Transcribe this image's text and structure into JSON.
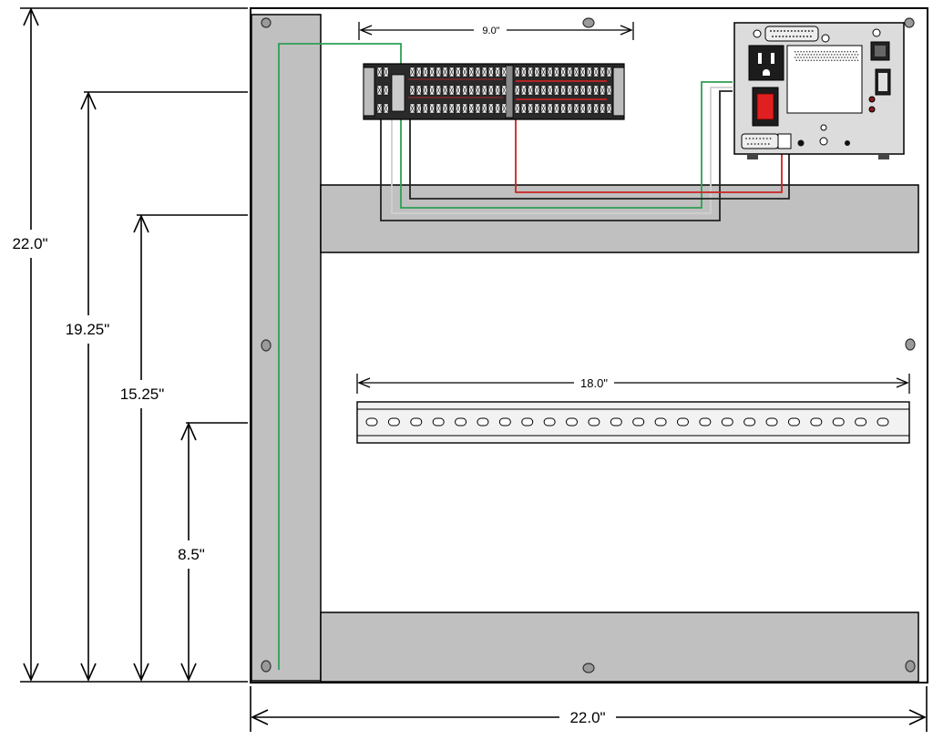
{
  "dimensions": {
    "total_height": "22.0\"",
    "din_rail_upper_height": "19.25\"",
    "wire_duct_upper_height": "15.25\"",
    "din_rail_lower_height": "8.5\"",
    "total_width": "22.0\"",
    "terminal_block_width": "9.0\"",
    "din_rail_width": "18.0\""
  },
  "colors": {
    "panel": "#ffffff",
    "wire_duct": "#c0c0c0",
    "outline": "#000000",
    "wire_green": "#2e9e55",
    "wire_red": "#cc2222",
    "wire_black": "#111111",
    "wire_white": "#e8e8e8",
    "power_switch": "#e02020"
  }
}
